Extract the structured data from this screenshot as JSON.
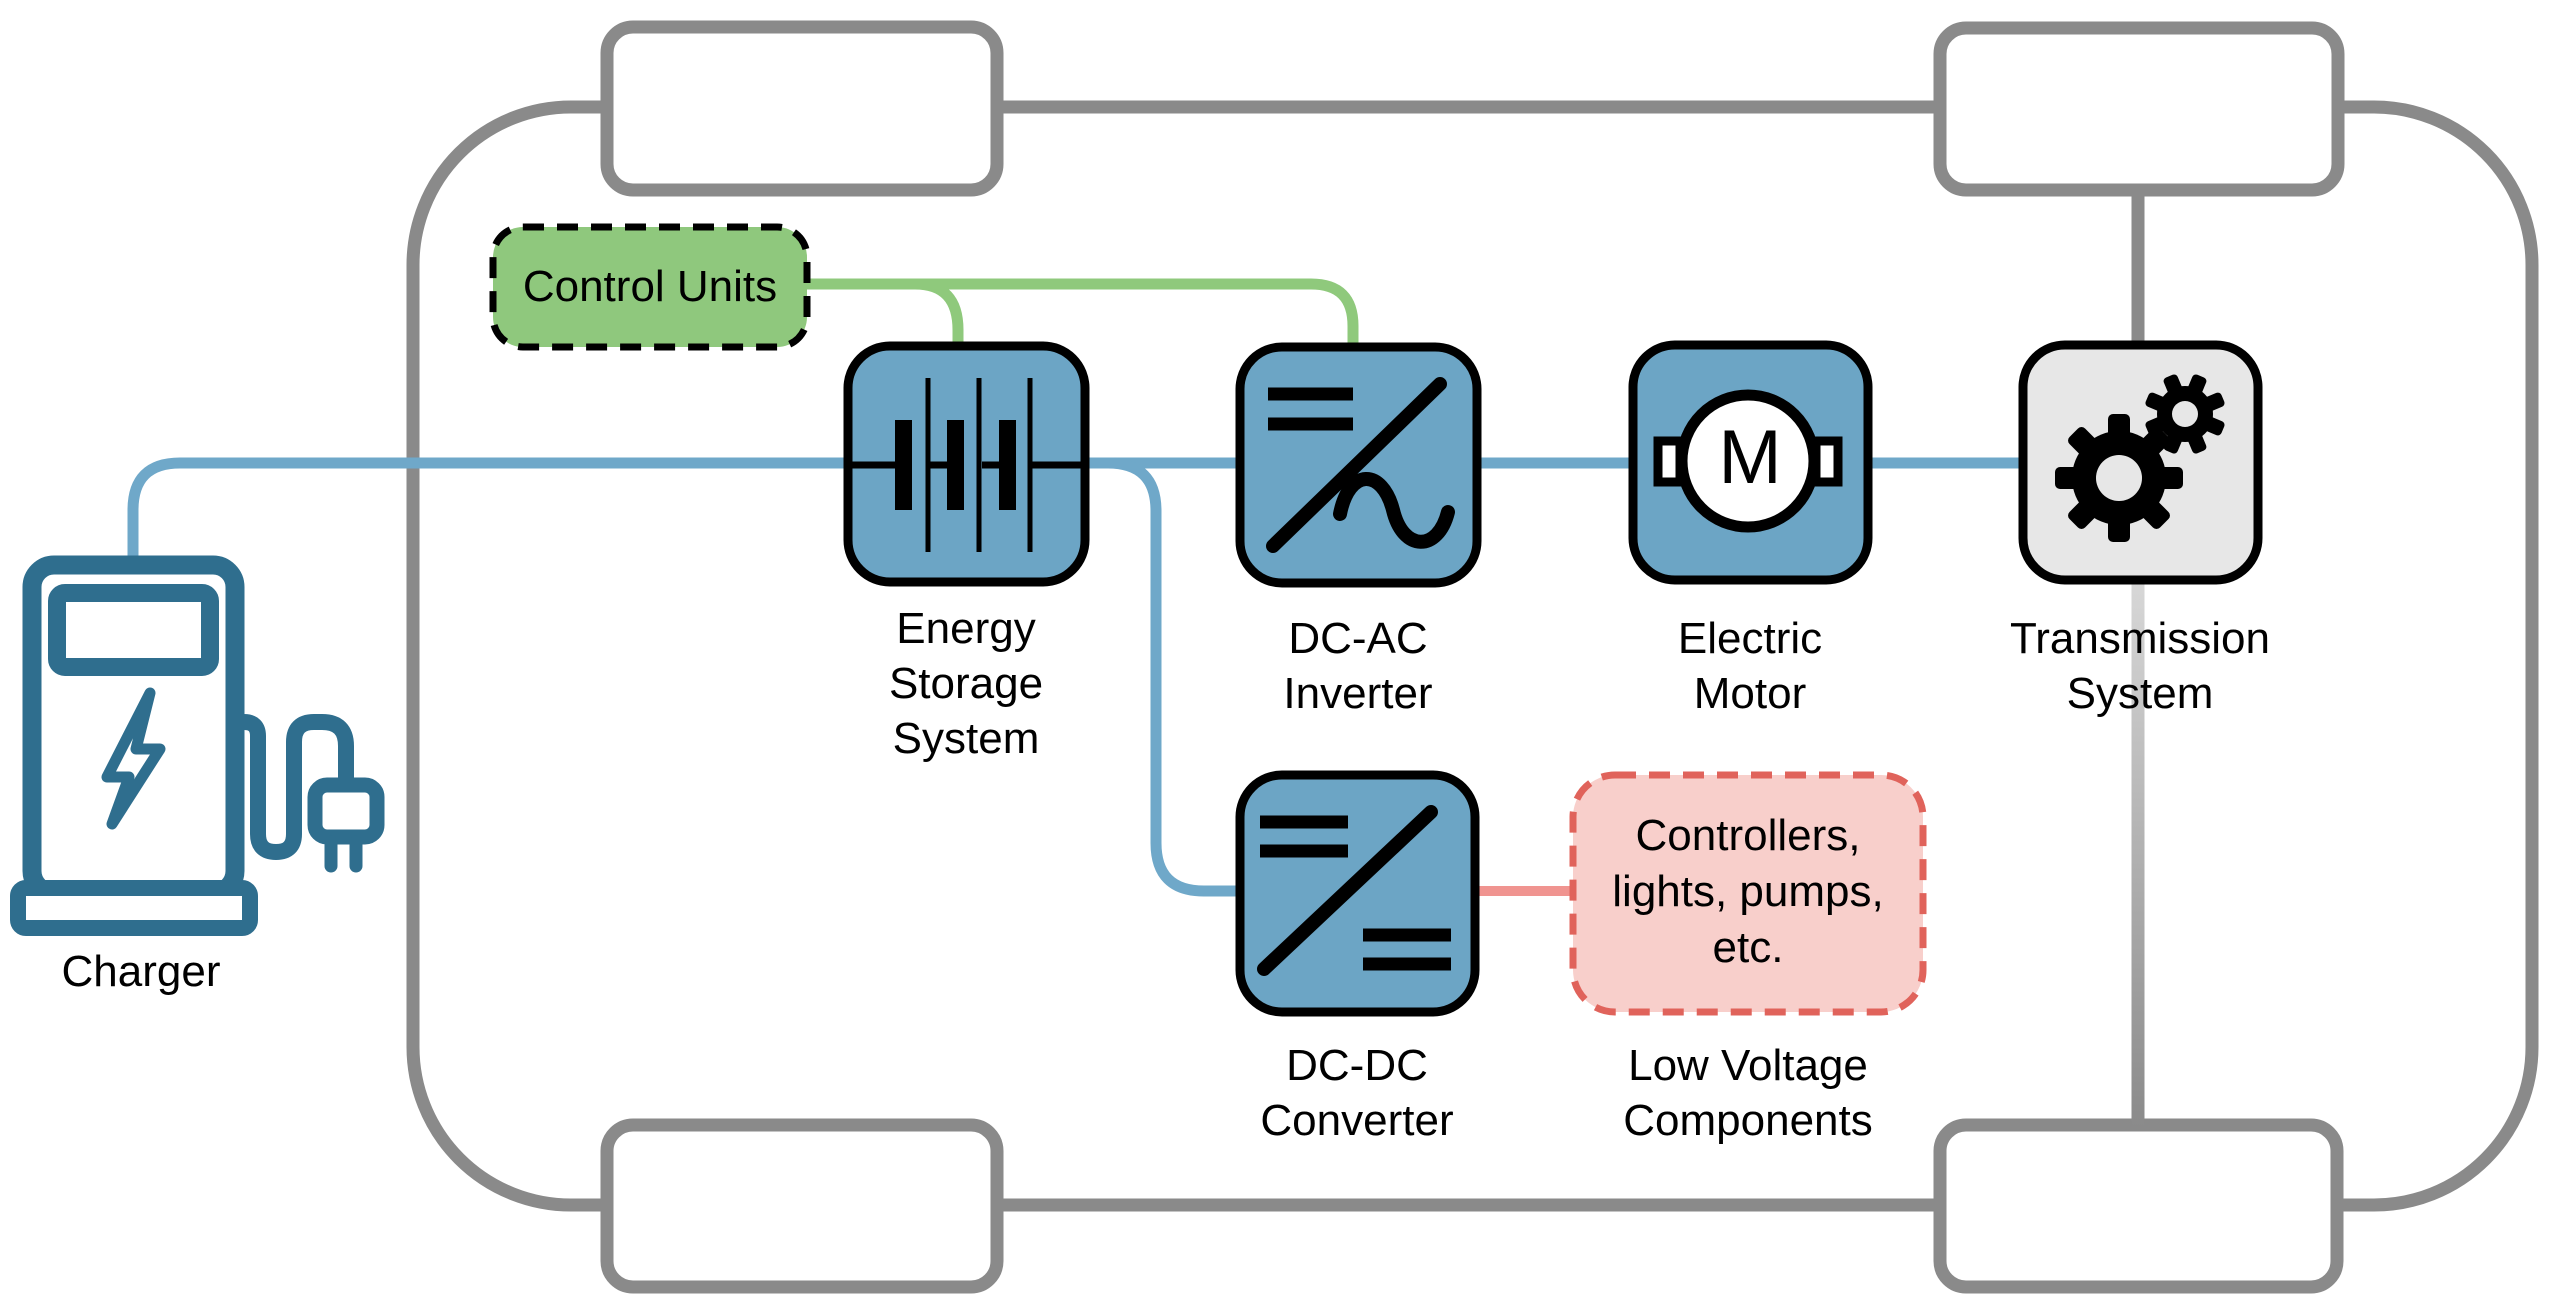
{
  "nodes": {
    "charger": {
      "label": "Charger"
    },
    "control_units": {
      "label": "Control Units"
    },
    "energy_storage_system": {
      "label": "Energy\nStorage\nSystem"
    },
    "dc_ac_inverter": {
      "label": "DC-AC\nInverter"
    },
    "electric_motor": {
      "label": "Electric\nMotor",
      "symbol": "M"
    },
    "transmission_system": {
      "label": "Transmission\nSystem"
    },
    "dc_dc_converter": {
      "label": "DC-DC\nConverter"
    },
    "low_voltage_components": {
      "box_text": "Controllers,\nlights, pumps,\netc.",
      "label": "Low Voltage\nComponents"
    }
  },
  "colors": {
    "blue_box": "#6CA5C5",
    "blue_line": "#6FA8C9",
    "green_box": "#8FC87D",
    "green_line": "#8FC97C",
    "pink_box": "#F8CFCB",
    "pink_border": "#E0635B",
    "pink_line": "#F09490",
    "gray_outline": "#8A8A8A",
    "gray_box": "#E7E7E7",
    "charger_teal": "#2F6E8E",
    "black": "#000000",
    "white": "#FFFFFF"
  }
}
